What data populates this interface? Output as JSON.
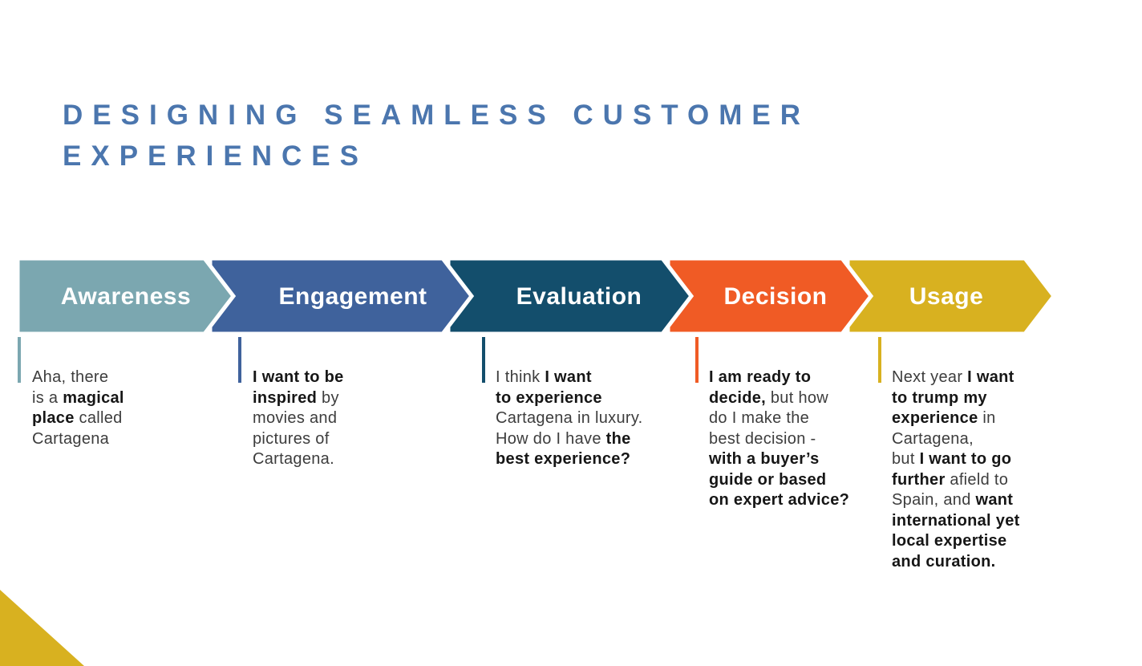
{
  "title": {
    "line1": "DESIGNING SEAMLESS CUSTOMER",
    "line2": "EXPERIENCES",
    "color": "#4B76AE"
  },
  "stages": [
    {
      "label": "Awareness",
      "color": "#7BA7B0",
      "description": [
        [
          {
            "t": "Aha, there",
            "b": false
          }
        ],
        [
          {
            "t": "is a ",
            "b": false
          },
          {
            "t": "magical",
            "b": true
          }
        ],
        [
          {
            "t": "place",
            "b": true
          },
          {
            "t": " called",
            "b": false
          }
        ],
        [
          {
            "t": "Cartagena",
            "b": false
          }
        ]
      ]
    },
    {
      "label": "Engagement",
      "color": "#3F629C",
      "description": [
        [
          {
            "t": "I want to be",
            "b": true
          }
        ],
        [
          {
            "t": "inspired",
            "b": true
          },
          {
            "t": " by",
            "b": false
          }
        ],
        [
          {
            "t": "movies and",
            "b": false
          }
        ],
        [
          {
            "t": "pictures of",
            "b": false
          }
        ],
        [
          {
            "t": "Cartagena.",
            "b": false
          }
        ]
      ]
    },
    {
      "label": "Evaluation",
      "color": "#134E6C",
      "description": [
        [
          {
            "t": "I think ",
            "b": false
          },
          {
            "t": "I want",
            "b": true
          }
        ],
        [
          {
            "t": "to experience",
            "b": true
          }
        ],
        [
          {
            "t": "Cartagena in luxury.",
            "b": false
          }
        ],
        [
          {
            "t": "How do I have ",
            "b": false
          },
          {
            "t": "the",
            "b": true
          }
        ],
        [
          {
            "t": "best experience?",
            "b": true
          }
        ]
      ]
    },
    {
      "label": "Decision",
      "color": "#F05B25",
      "description": [
        [
          {
            "t": "I am ready to",
            "b": true
          }
        ],
        [
          {
            "t": "decide,",
            "b": true
          },
          {
            "t": " but how",
            "b": false
          }
        ],
        [
          {
            "t": "do I make the",
            "b": false
          }
        ],
        [
          {
            "t": "best decision -",
            "b": false
          }
        ],
        [
          {
            "t": "with a buyer’s",
            "b": true
          }
        ],
        [
          {
            "t": "guide or based",
            "b": true
          }
        ],
        [
          {
            "t": "on expert advice?",
            "b": true
          }
        ]
      ]
    },
    {
      "label": "Usage",
      "color": "#D8B120",
      "description": [
        [
          {
            "t": "Next year ",
            "b": false
          },
          {
            "t": "I want",
            "b": true
          }
        ],
        [
          {
            "t": "to trump my",
            "b": true
          }
        ],
        [
          {
            "t": "experience",
            "b": true
          },
          {
            "t": " in",
            "b": false
          }
        ],
        [
          {
            "t": "Cartagena,",
            "b": false
          }
        ],
        [
          {
            "t": "but ",
            "b": false
          },
          {
            "t": "I want to go",
            "b": true
          }
        ],
        [
          {
            "t": "further",
            "b": true
          },
          {
            "t": " afield to",
            "b": false
          }
        ],
        [
          {
            "t": "Spain, and ",
            "b": false
          },
          {
            "t": "want",
            "b": true
          }
        ],
        [
          {
            "t": "international yet",
            "b": true
          }
        ],
        [
          {
            "t": "local expertise",
            "b": true
          }
        ],
        [
          {
            "t": "and curation.",
            "b": true
          }
        ]
      ]
    }
  ],
  "decoration": {
    "corner_triangle_color": "#D8B120"
  }
}
